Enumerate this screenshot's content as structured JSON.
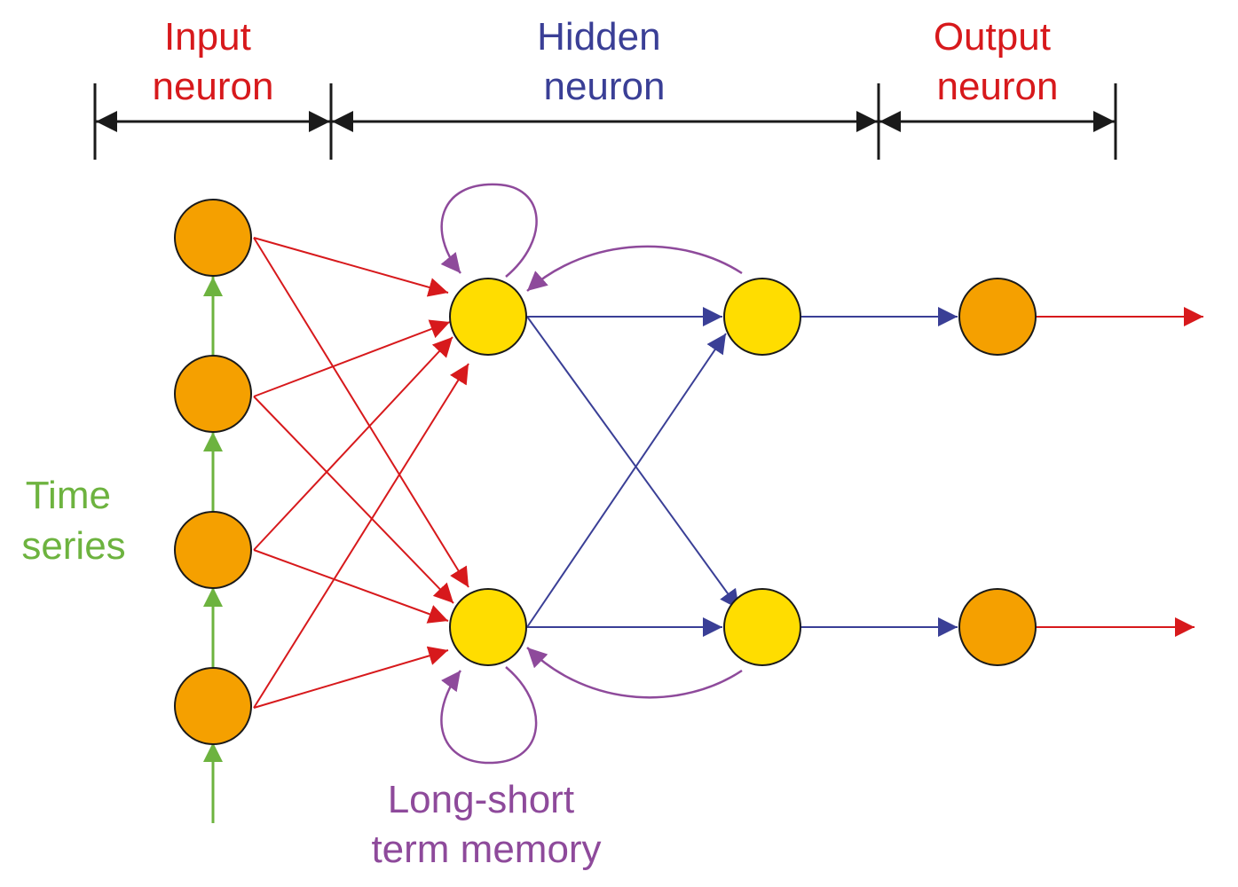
{
  "labels": {
    "input": [
      "Input",
      "neuron"
    ],
    "hidden": [
      "Hidden",
      "neuron"
    ],
    "output": [
      "Output",
      "neuron"
    ],
    "time_series": [
      "Time",
      "series"
    ],
    "lstm": [
      "Long-short",
      "term memory"
    ]
  },
  "colors": {
    "input_label": "#d7191c",
    "hidden_label": "#3a3f96",
    "output_label": "#d7191c",
    "time_series": "#6db33f",
    "lstm": "#8e4a9b",
    "input_edges": "#d7191c",
    "hidden_edges": "#3a3f96",
    "output_edges": "#d7191c",
    "span_arrows": "#1a1a1a",
    "orange_node": "#f5a000",
    "yellow_node": "#ffdd00",
    "node_stroke": "#1a1a1a"
  }
}
